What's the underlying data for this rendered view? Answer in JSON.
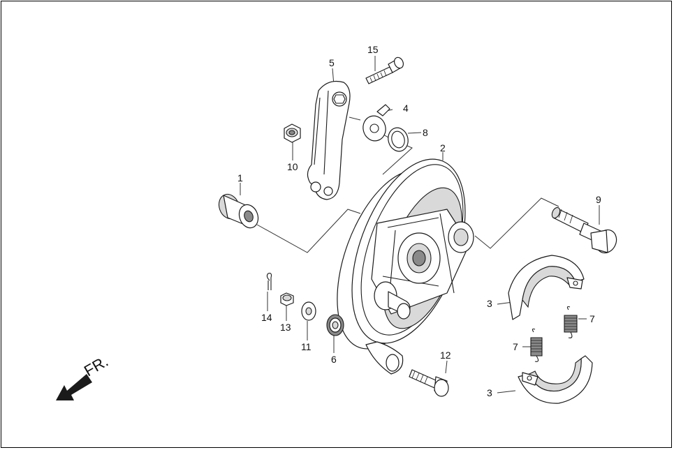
{
  "direction": {
    "label": "FR.",
    "icon": "front-direction-arrow-icon"
  },
  "callouts": [
    {
      "id": "1",
      "part": "collar"
    },
    {
      "id": "2",
      "part": "brake-panel"
    },
    {
      "id": "3a",
      "text": "3",
      "part": "brake-shoe-upper"
    },
    {
      "id": "3b",
      "text": "3",
      "part": "brake-shoe-lower"
    },
    {
      "id": "4",
      "part": "indicator-plate"
    },
    {
      "id": "5",
      "part": "brake-arm"
    },
    {
      "id": "6",
      "part": "bearing"
    },
    {
      "id": "7a",
      "text": "7",
      "part": "shoe-spring-right"
    },
    {
      "id": "7b",
      "text": "7",
      "part": "shoe-spring-left"
    },
    {
      "id": "8",
      "part": "o-ring"
    },
    {
      "id": "9",
      "part": "brake-cam"
    },
    {
      "id": "10",
      "part": "nut"
    },
    {
      "id": "11",
      "part": "washer"
    },
    {
      "id": "12",
      "part": "anchor-bolt"
    },
    {
      "id": "13",
      "part": "castle-nut"
    },
    {
      "id": "14",
      "part": "cotter-pin"
    },
    {
      "id": "15",
      "part": "bolt"
    }
  ],
  "colors": {
    "line": "#1a1a1a",
    "shade": "#d9d9d9",
    "dark": "#8a8a8a",
    "background": "#ffffff"
  }
}
